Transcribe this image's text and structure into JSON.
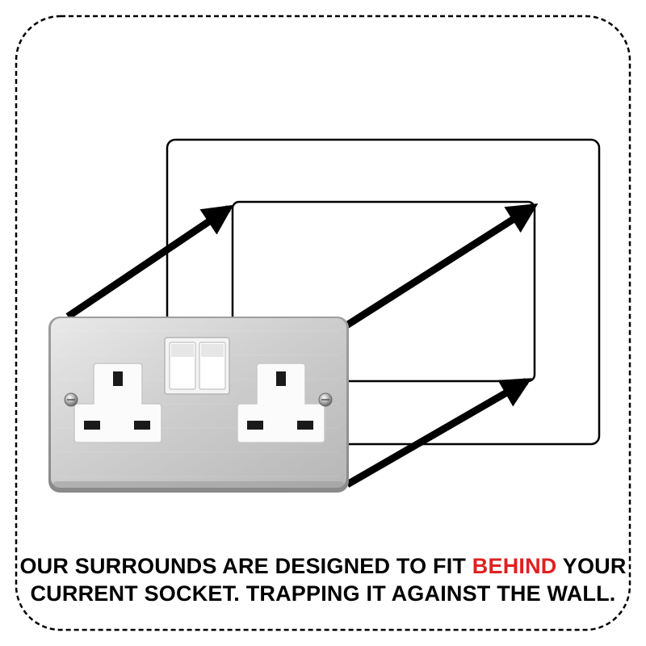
{
  "caption": {
    "line1_before": "OUR SURROUNDS ARE DESIGNED TO FIT ",
    "line1_highlight": "BEHIND",
    "line1_after": " YOUR",
    "line2": "CURRENT SOCKET. TRAPPING IT AGAINST THE WALL."
  },
  "colors": {
    "highlight": "#e02020",
    "text": "#000000",
    "plate_light": "#dedede",
    "plate_dark": "#a9a9a9",
    "outline": "#000000"
  },
  "icons": [
    "double-socket-image",
    "arrow-icon",
    "dashed-frame"
  ]
}
